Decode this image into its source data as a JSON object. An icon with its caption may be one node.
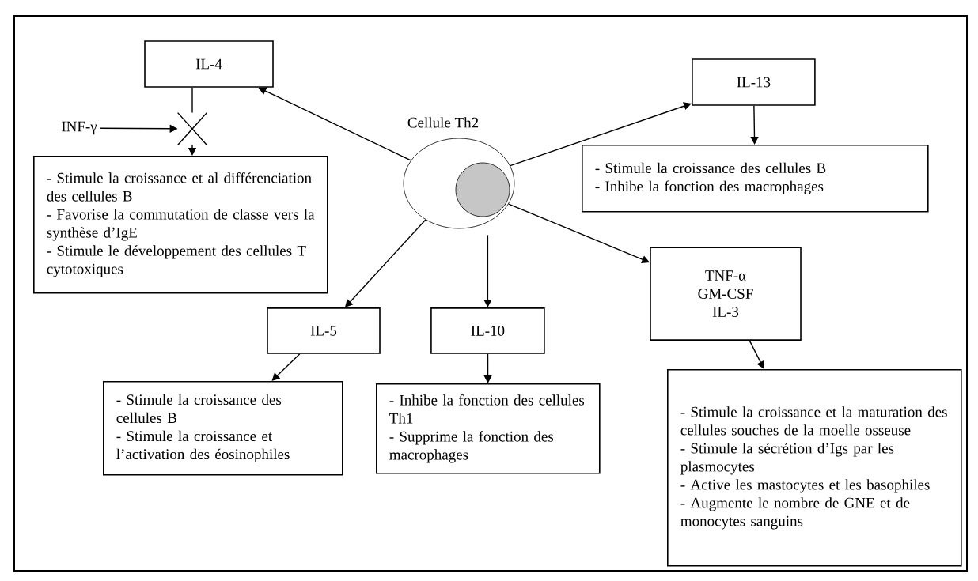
{
  "diagram": {
    "nodes": [
      {
        "text": [
          "Cellule Th2"
        ]
      },
      {
        "text": [
          "IL-4"
        ]
      },
      {
        "text": [
          "- Stimule la croissance et al différenciation des cellules B",
          "- Favorise la commutation de classe vers la synthèse d’IgE",
          "- Stimule le développement des cellules T cytotoxiques"
        ]
      },
      {
        "text": [
          "INF-γ"
        ]
      },
      {
        "text": [
          "IL-13"
        ]
      },
      {
        "text": [
          "- Stimule la croissance des cellules B",
          "- Inhibe la fonction des macrophages"
        ]
      },
      {
        "text": [
          "IL-5"
        ]
      },
      {
        "text": [
          "- Stimule la croissance des cellules B",
          "- Stimule la croissance et l’activation des éosinophiles"
        ]
      },
      {
        "text": [
          "IL-10"
        ]
      },
      {
        "text": [
          "- Inhibe la fonction des cellules Th1",
          "- Supprime la fonction des macrophages"
        ]
      },
      {
        "text": [
          "TNF-α",
          "GM-CSF",
          "IL-3"
        ]
      },
      {
        "text": [
          "- Stimule la croissance et la maturation des cellules souches de la moelle osseuse",
          "- Stimule la sécrétion d’Igs par les plasmocytes",
          "- Active les mastocytes et les basophiles",
          "- Augmente le nombre de GNE et de monocytes sanguins"
        ]
      },
      {
        "text": [],
        "shape": "cross"
      }
    ],
    "edges": [
      {
        "from": 0,
        "to": 1,
        "arrow": "to"
      },
      {
        "from": 1,
        "to": 12,
        "arrow": "none"
      },
      {
        "from": 12,
        "to": 2,
        "arrow": "to"
      },
      {
        "from": 3,
        "to": 12,
        "arrow": "to"
      },
      {
        "from": 0,
        "to": 4,
        "arrow": "to"
      },
      {
        "from": 4,
        "to": 5,
        "arrow": "to"
      },
      {
        "from": 0,
        "to": 6,
        "arrow": "to"
      },
      {
        "from": 6,
        "to": 7,
        "arrow": "to"
      },
      {
        "from": 0,
        "to": 8,
        "arrow": "to"
      },
      {
        "from": 8,
        "to": 9,
        "arrow": "to"
      },
      {
        "from": 0,
        "to": 10,
        "arrow": "to"
      },
      {
        "from": 10,
        "to": 11,
        "arrow": "to"
      }
    ]
  }
}
